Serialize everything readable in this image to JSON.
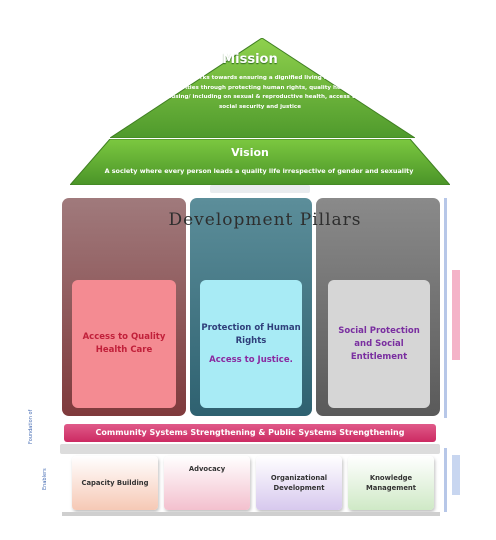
{
  "mission": {
    "title": "Mission",
    "body": "Bandhu works towards ensuring a dignified living for sexual minorities through protecting human rights, quality health focusing/ including on sexual & reproductive health, access to social security and justice"
  },
  "vision": {
    "title": "Vision",
    "body": "A society where every person leads a quality life irrespective of gender and sexuality"
  },
  "pillars": {
    "title": "Development Pillars",
    "items": [
      {
        "label": "Access to Quality Health Care",
        "sub": ""
      },
      {
        "label": "Protection of Human Rights",
        "sub": "Access to Justice."
      },
      {
        "label": "Social Protection and Social Entitlement",
        "sub": ""
      }
    ]
  },
  "band": {
    "label": "Community Systems Strengthening & Public Systems Strengthening"
  },
  "foundation": {
    "side_label_1": "Foundation of",
    "side_label_2": "Enablers",
    "items": [
      {
        "label": "Capacity Building"
      },
      {
        "label": "Advocacy"
      },
      {
        "label": "Organizational Development"
      },
      {
        "label": "Knowledge Management"
      }
    ]
  },
  "colors": {
    "roof_green": "#6fbf3a",
    "band_pink": "#d8336e",
    "pillar_1": "#8a4648",
    "pillar_2": "#3b6f7d",
    "pillar_3": "#696969"
  }
}
